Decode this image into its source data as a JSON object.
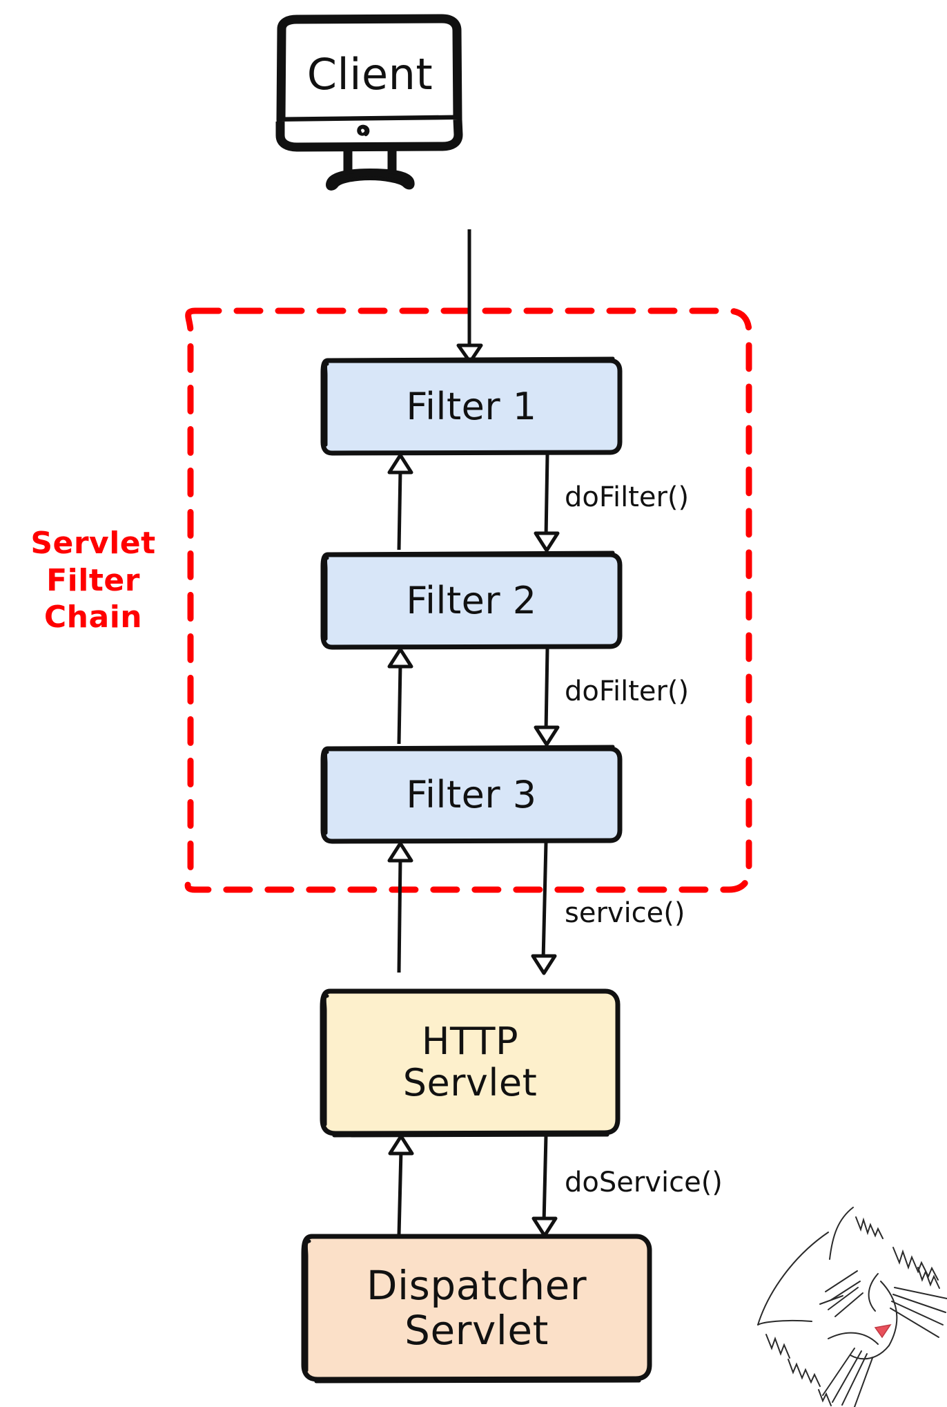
{
  "diagram": {
    "title_alt": "Servlet Filter Chain request flow",
    "colors": {
      "filter_fill": "#d8e6f8",
      "http_servlet_fill": "#fdf0cc",
      "dispatcher_fill": "#fbe0c8",
      "stroke": "#111111",
      "chain_red": "#ff0000",
      "cat_nose": "#e8505b",
      "background": "#ffffff"
    },
    "client": {
      "label": "Client",
      "shape": "monitor"
    },
    "chain": {
      "label_lines": [
        "Servlet",
        "Filter",
        "Chain"
      ],
      "label_text": "Servlet Filter Chain",
      "border_style": "dashed",
      "border_color": "#ff0000"
    },
    "nodes": [
      {
        "id": "filter1",
        "label": "Filter 1",
        "fill": "#d8e6f8",
        "lines": [
          "Filter 1"
        ]
      },
      {
        "id": "filter2",
        "label": "Filter 2",
        "fill": "#d8e6f8",
        "lines": [
          "Filter 2"
        ]
      },
      {
        "id": "filter3",
        "label": "Filter 3",
        "fill": "#d8e6f8",
        "lines": [
          "Filter 3"
        ]
      },
      {
        "id": "http_servlet",
        "label": "HTTP Servlet",
        "fill": "#fdf0cc",
        "lines": [
          "HTTP",
          "Servlet"
        ]
      },
      {
        "id": "dispatcher_servlet",
        "label": "Dispatcher Servlet",
        "fill": "#fbe0c8",
        "lines": [
          "Dispatcher",
          "Servlet"
        ]
      }
    ],
    "edge_labels": [
      {
        "id": "dofilter1",
        "text": "doFilter()"
      },
      {
        "id": "dofilter2",
        "text": "doFilter()"
      },
      {
        "id": "service",
        "text": "service()"
      },
      {
        "id": "doservice",
        "text": "doService()"
      }
    ],
    "decoration": {
      "cat_sketch": "cat-head-line-drawing"
    }
  }
}
